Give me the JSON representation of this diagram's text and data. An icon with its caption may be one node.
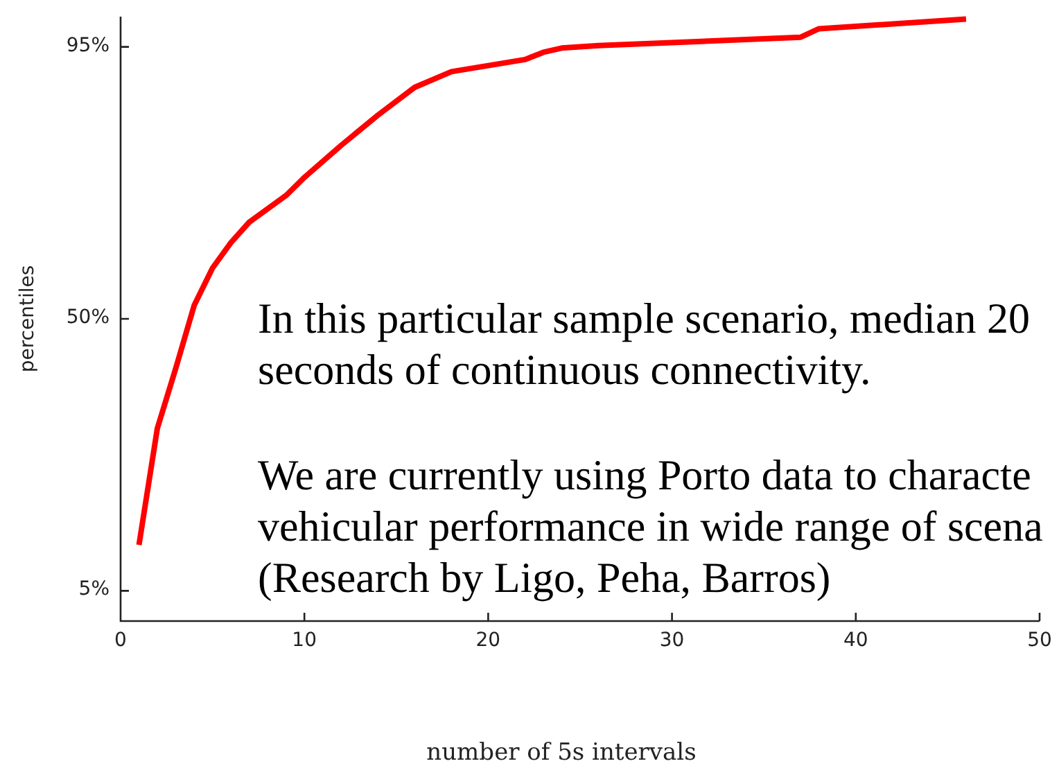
{
  "diagram": {
    "labels": [
      "In this particular sample scenario, median 20 seconds of continuous connectivity.",
      "We are currently using Porto data to characte vehicular performance in wide range of scena (Research by Ligo, Peha, Barros)"
    ],
    "chart_data": {
      "type": "line",
      "xlabel": "number of 5s intervals",
      "ylabel": "percentiles",
      "x": [
        1,
        2,
        3,
        4,
        5,
        6,
        7,
        9,
        10,
        12,
        14,
        16,
        18,
        22,
        23,
        24,
        26,
        37,
        38,
        46
      ],
      "series": [
        {
          "color": "#ff0000",
          "values": [
            12.6,
            31.9,
            41.8,
            52.2,
            58.4,
            62.6,
            66.0,
            70.4,
            73.4,
            78.7,
            83.7,
            88.3,
            90.9,
            92.9,
            94.1,
            94.8,
            95.2,
            96.6,
            98.0,
            99.6
          ]
        }
      ],
      "xlim": [
        0,
        50
      ],
      "ylim": [
        0,
        100
      ],
      "xticks": [
        0,
        10,
        20,
        30,
        40,
        50
      ],
      "yticks": [
        {
          "value": 5,
          "label": "5%"
        },
        {
          "value": 50,
          "label": "50%"
        },
        {
          "value": 95,
          "label": "95%"
        }
      ]
    }
  }
}
